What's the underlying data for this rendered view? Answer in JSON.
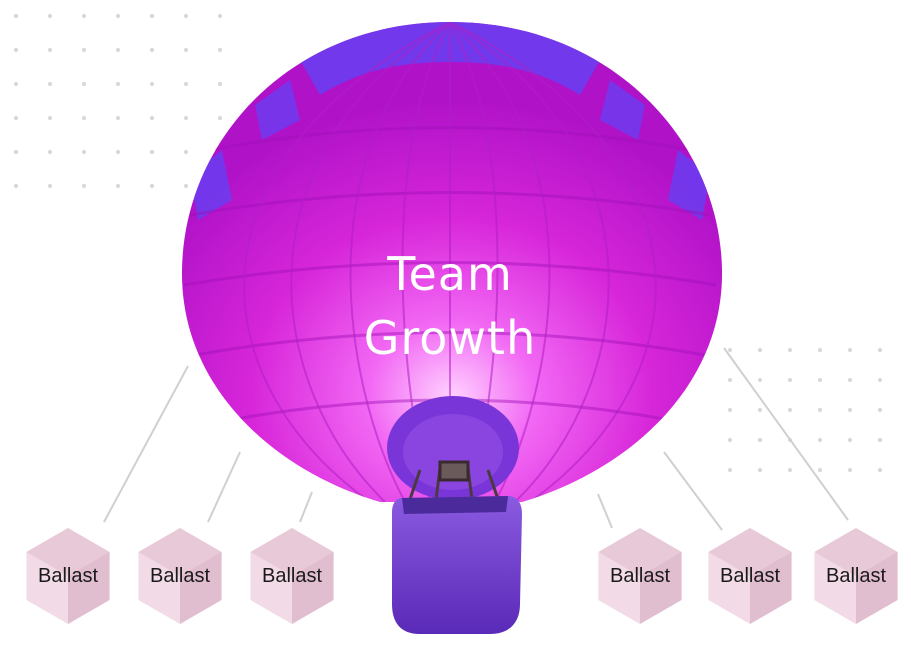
{
  "balloon": {
    "title_line1": "Team",
    "title_line2": "Growth",
    "color_main": "#d726d9",
    "color_accent": "#6a3df0",
    "color_basket": "#6a3cc8"
  },
  "ballasts": [
    {
      "label": "Ballast"
    },
    {
      "label": "Ballast"
    },
    {
      "label": "Ballast"
    },
    {
      "label": "Ballast"
    },
    {
      "label": "Ballast"
    },
    {
      "label": "Ballast"
    }
  ],
  "colors": {
    "ballast_light": "#f2dbe6",
    "ballast_mid": "#e0bccd",
    "ballast_dark": "#cc9cb4",
    "rope": "#cfcfd4",
    "dots": "#d6d6dc"
  }
}
